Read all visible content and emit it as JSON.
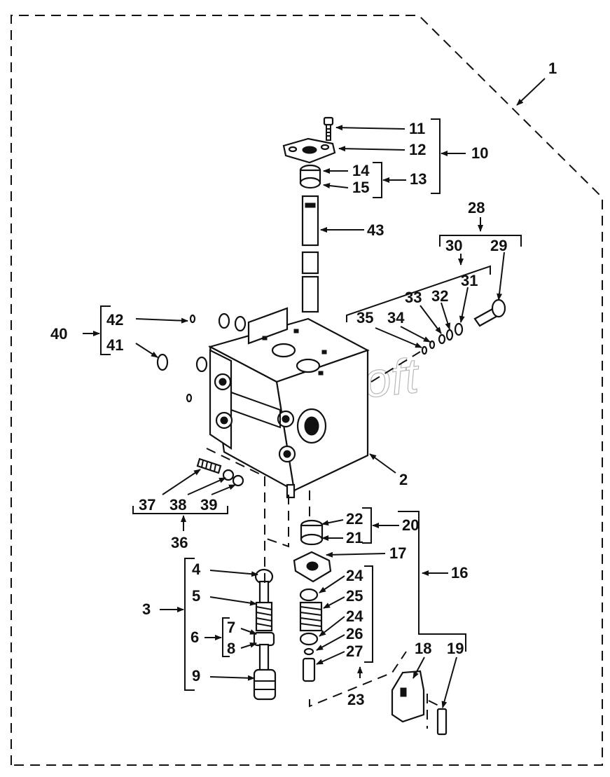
{
  "diagram": {
    "watermark": "AutoSoft",
    "callouts": {
      "c1": "1",
      "c2": "2",
      "c3": "3",
      "c4": "4",
      "c5": "5",
      "c6": "6",
      "c7": "7",
      "c8": "8",
      "c9": "9",
      "c10": "10",
      "c11": "11",
      "c12": "12",
      "c13": "13",
      "c14": "14",
      "c15": "15",
      "c16": "16",
      "c17": "17",
      "c18": "18",
      "c19": "19",
      "c20": "20",
      "c21": "21",
      "c22": "22",
      "c23": "23",
      "c24a": "24",
      "c24b": "24",
      "c25": "25",
      "c26": "26",
      "c27": "27",
      "c28": "28",
      "c29": "29",
      "c30": "30",
      "c31": "31",
      "c32": "32",
      "c33": "33",
      "c34": "34",
      "c35": "35",
      "c36": "36",
      "c37": "37",
      "c38": "38",
      "c39": "39",
      "c40": "40",
      "c41": "41",
      "c42": "42",
      "c43": "43"
    }
  }
}
